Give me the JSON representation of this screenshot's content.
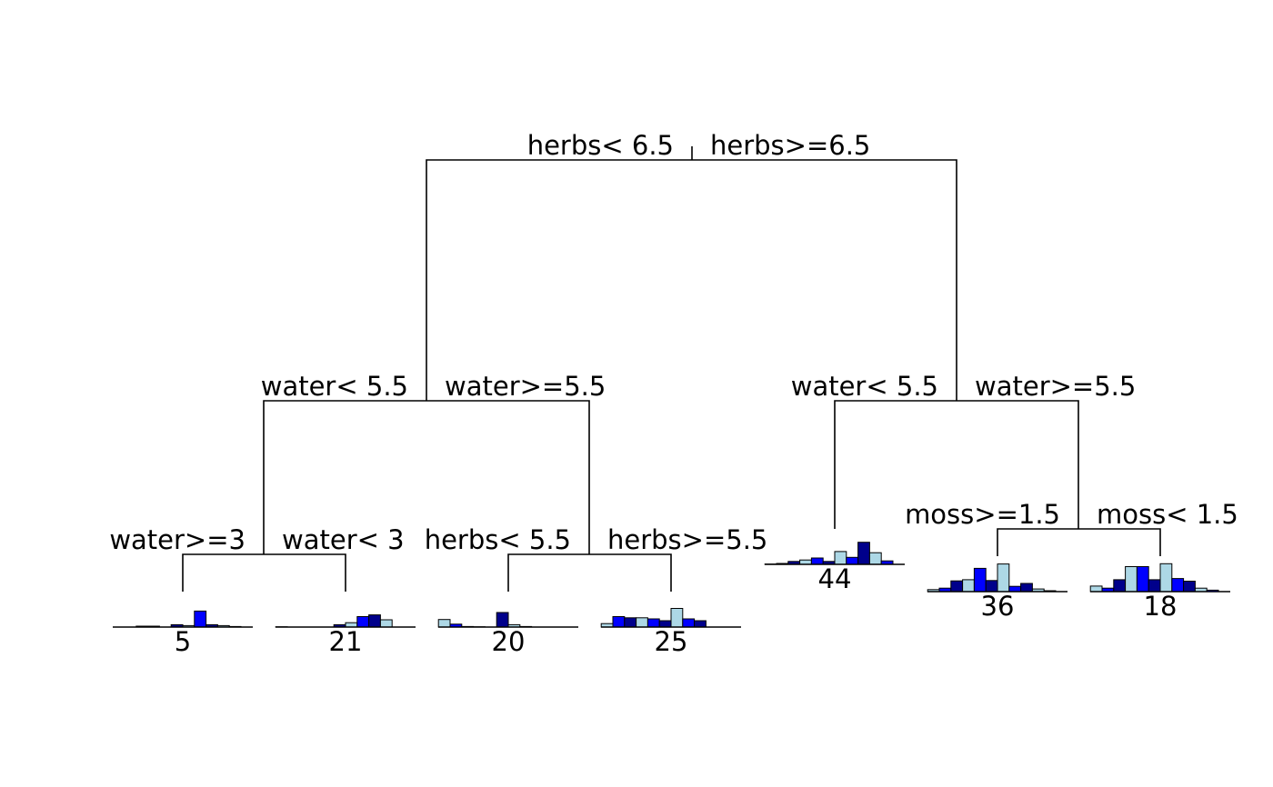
{
  "colors": {
    "light": "#add8e6",
    "blue": "#0000ff",
    "navy": "#00008b",
    "background": "#ffffff",
    "line": "#000000"
  },
  "splits": {
    "root": {
      "left": "herbs< 6.5",
      "right": "herbs>=6.5"
    },
    "l": {
      "left": "water< 5.5",
      "right": "water>=5.5"
    },
    "r": {
      "left": "water< 5.5",
      "right": "water>=5.5"
    },
    "ll": {
      "left": "water>=3",
      "right": "water< 3"
    },
    "lr": {
      "left": "herbs< 5.5",
      "right": "herbs>=5.5"
    },
    "rr": {
      "left": "moss>=1.5",
      "right": "moss< 1.5"
    }
  },
  "leaves": [
    {
      "id": "leaf-1",
      "count": "5",
      "distribution": [
        0,
        0,
        0.03,
        0.03,
        0,
        0.08,
        0.05,
        0.55,
        0.08,
        0.05,
        0.02,
        0
      ]
    },
    {
      "id": "leaf-2",
      "count": "21",
      "distribution": [
        0.01,
        0,
        0,
        0,
        0,
        0.08,
        0.15,
        0.36,
        0.42,
        0.25,
        0,
        0
      ]
    },
    {
      "id": "leaf-3",
      "count": "20",
      "distribution": [
        0.26,
        0.1,
        0.02,
        0.01,
        0,
        0.5,
        0.08,
        0.02,
        0,
        0,
        0,
        0
      ]
    },
    {
      "id": "leaf-4",
      "count": "25",
      "distribution": [
        0.12,
        0.36,
        0.32,
        0.32,
        0.28,
        0.22,
        0.64,
        0.28,
        0.22,
        0,
        0,
        0
      ]
    },
    {
      "id": "leaf-5",
      "count": "44",
      "distribution": [
        0.01,
        0.03,
        0.1,
        0.15,
        0.22,
        0.1,
        0.44,
        0.24,
        0.76,
        0.4,
        0.12,
        0
      ]
    },
    {
      "id": "leaf-6",
      "count": "36",
      "distribution": [
        0.07,
        0.12,
        0.37,
        0.41,
        0.8,
        0.38,
        0.95,
        0.18,
        0.28,
        0.09,
        0.03,
        0
      ]
    },
    {
      "id": "leaf-7",
      "count": "18",
      "distribution": [
        0.19,
        0.12,
        0.41,
        0.86,
        0.86,
        0.41,
        0.96,
        0.45,
        0.36,
        0.12,
        0.05,
        0
      ]
    }
  ]
}
